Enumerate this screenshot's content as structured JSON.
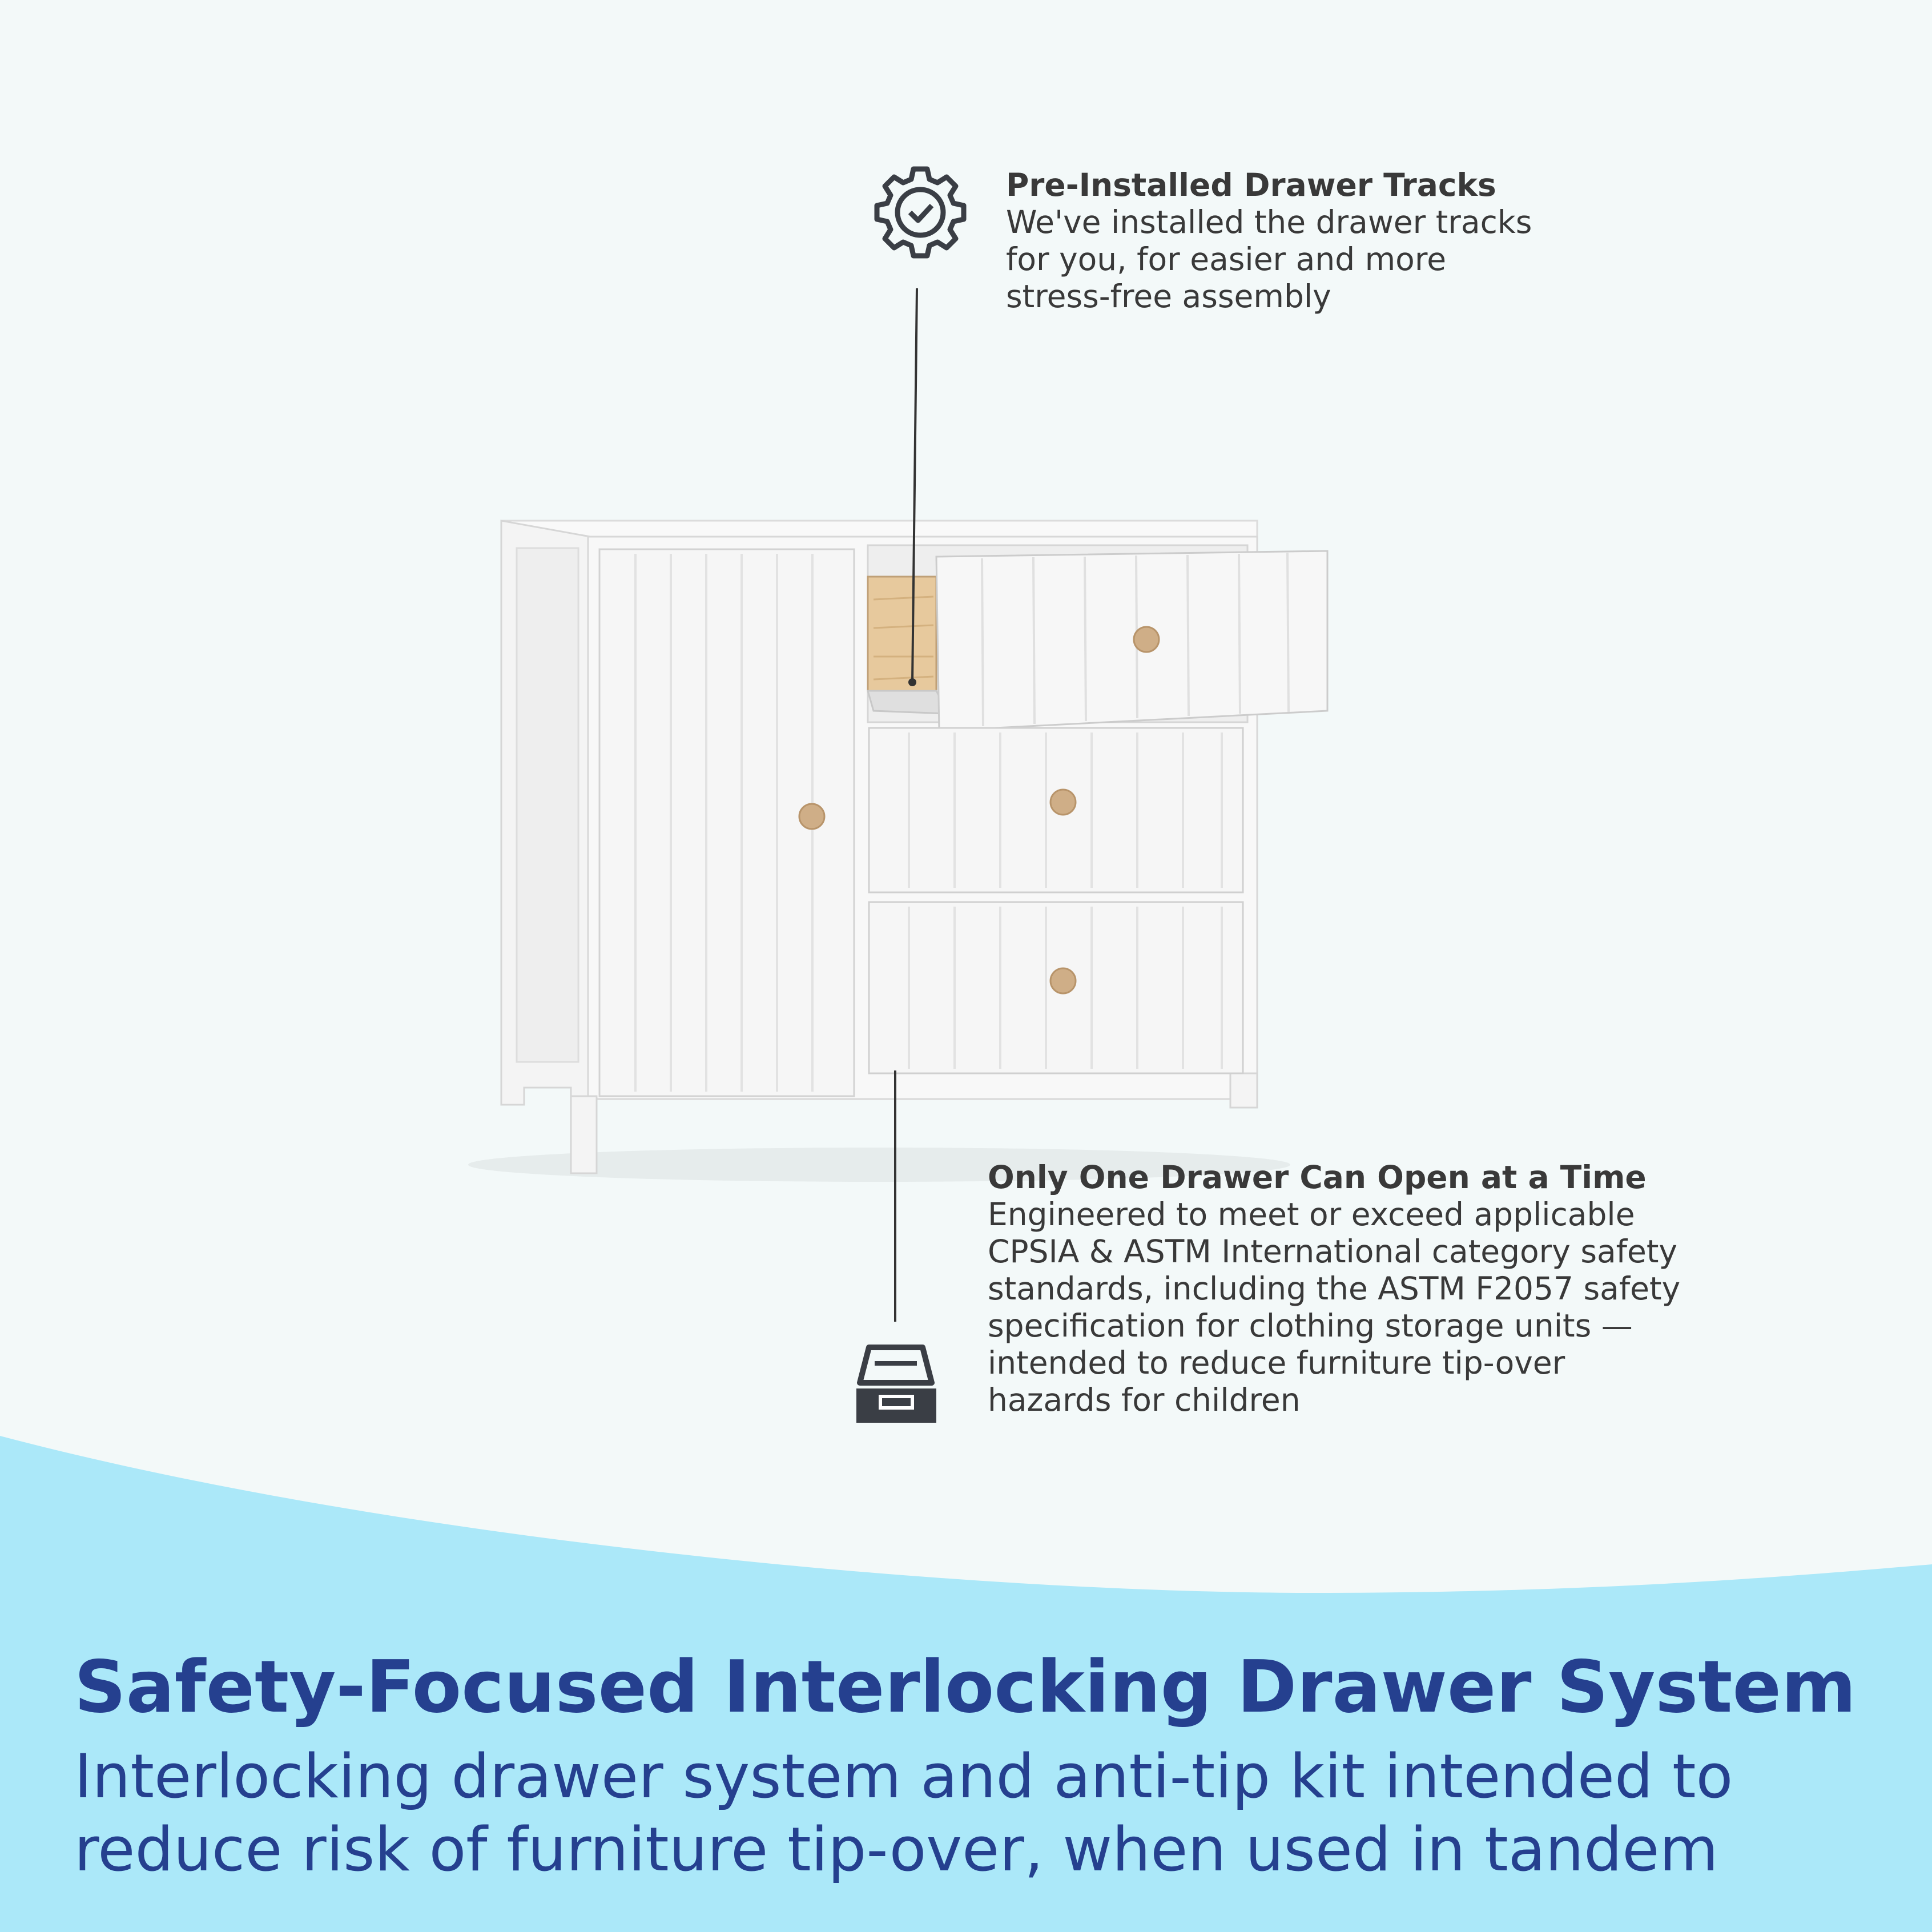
{
  "colors": {
    "background": "#f3f9f9",
    "wave": "#abe8f9",
    "headline": "#25408f",
    "callout_text": "#393939",
    "icon": "#3a3e45",
    "cabinet": "#f6f6f6",
    "knob": "#cfae87",
    "drawer_wood": "#e7c99d"
  },
  "callouts": [
    {
      "icon": "gear-check-icon",
      "title": "Pre-Installed Drawer Tracks",
      "body": "We've installed the drawer tracks\nfor you, for easier and more\nstress-free assembly"
    },
    {
      "icon": "open-drawer-icon",
      "title": "Only One Drawer Can Open at a Time",
      "body": "Engineered to meet or exceed applicable\nCPSIA & ASTM International category safety\nstandards, including the ASTM F2057 safety\nspecification for clothing storage units —\nintended to reduce furniture tip-over\nhazards for children"
    }
  ],
  "banner": {
    "headline": "Safety-Focused Interlocking Drawer System",
    "subheadline": "Interlocking drawer system and anti-tip kit intended to\nreduce risk of furniture tip-over, when used in tandem"
  }
}
